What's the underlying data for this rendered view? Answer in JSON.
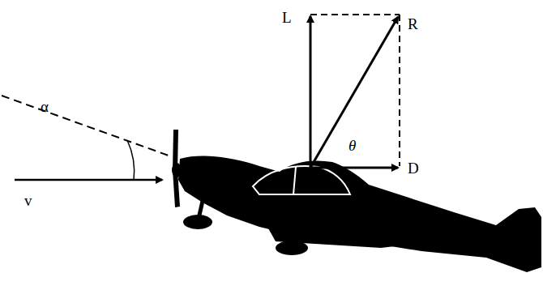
{
  "diagram": {
    "labels": [
      "L",
      "R",
      "α",
      "θ",
      "D",
      "v"
    ]
  }
}
